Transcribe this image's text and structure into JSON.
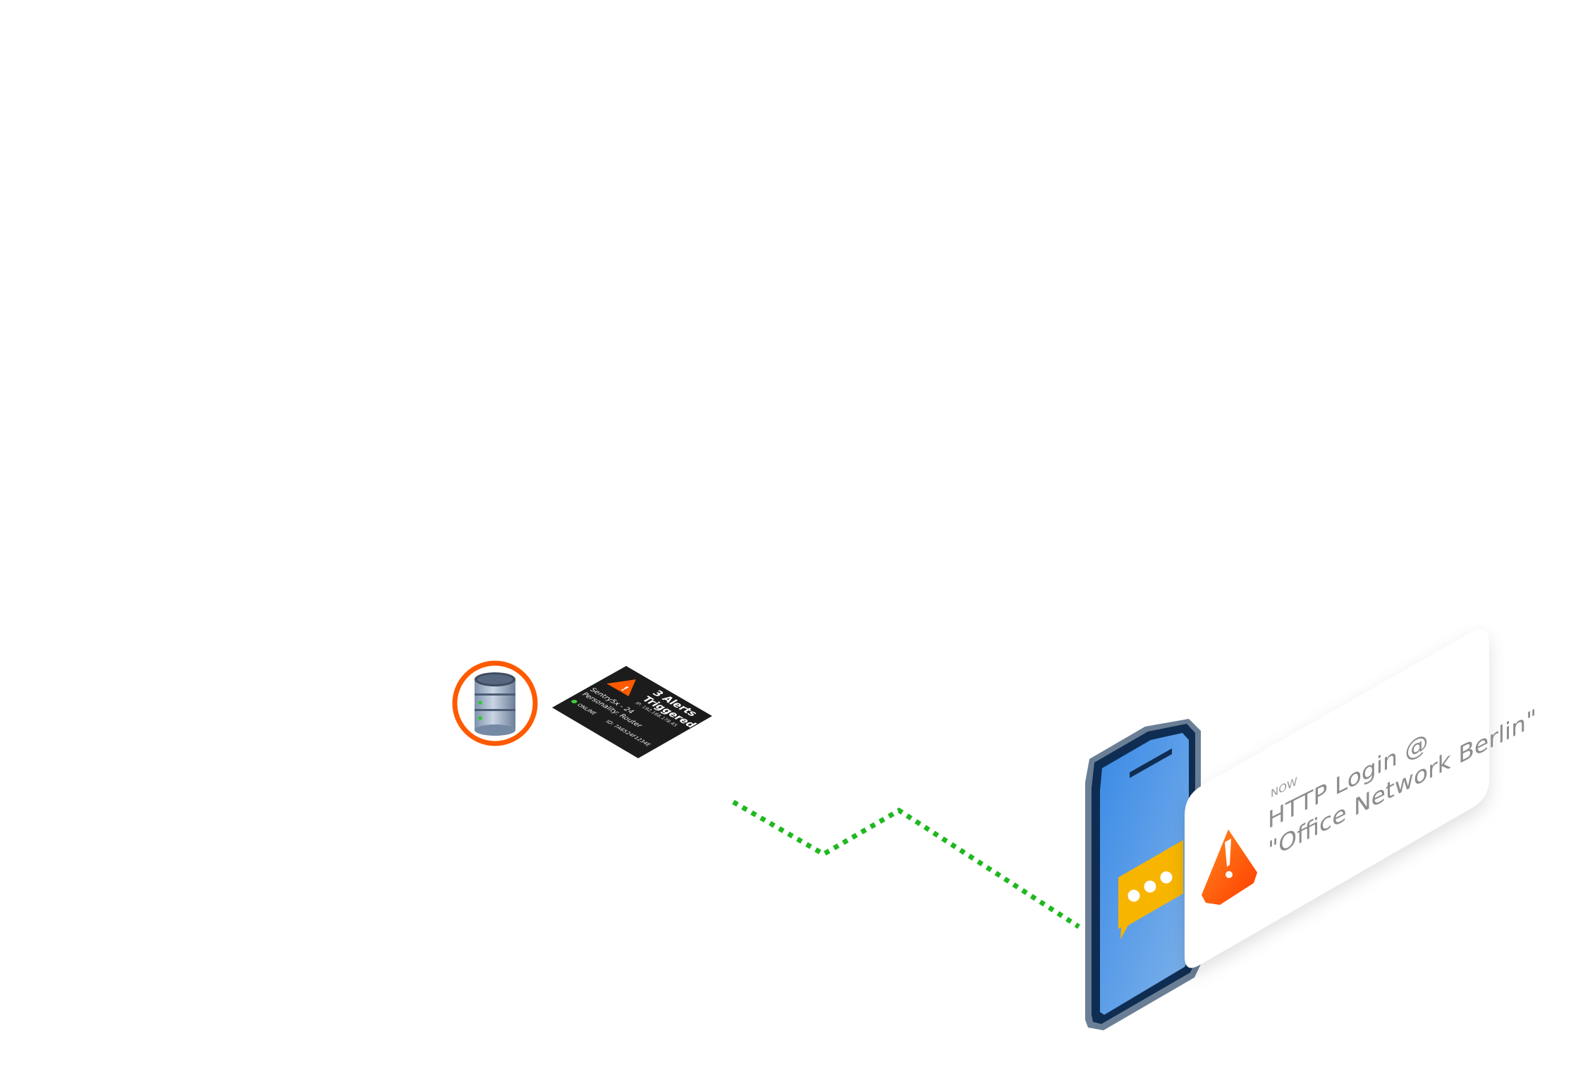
{
  "device_card": {
    "alert_count_line1": "3 Alerts",
    "alert_count_line2": "Triggered",
    "ip_address": "IP: 192.168.178.45",
    "device_name_line1": "Sentry5x - 24",
    "device_name_line2": "Personality: Router",
    "status_label": "ONLINE",
    "mac_address": "ID: 7A6524F1234E",
    "status_color": "#3dd13d",
    "background_color": "#1c1c1c"
  },
  "server_node": {
    "icon": "database-server-icon",
    "ring_color": "#ff5a00"
  },
  "connection": {
    "style": "dotted",
    "color": "#1fb81f"
  },
  "phone": {
    "icon": "chat-bubble-icon",
    "bubble_color": "#f7b500",
    "screen_color": "#4a97e8"
  },
  "notification": {
    "time_label": "NOW",
    "title": "HTTP Login @",
    "subtitle": "\"Office Network Berlin\"",
    "warning_color": "#ff5a00",
    "icon": "warning-triangle-icon"
  }
}
